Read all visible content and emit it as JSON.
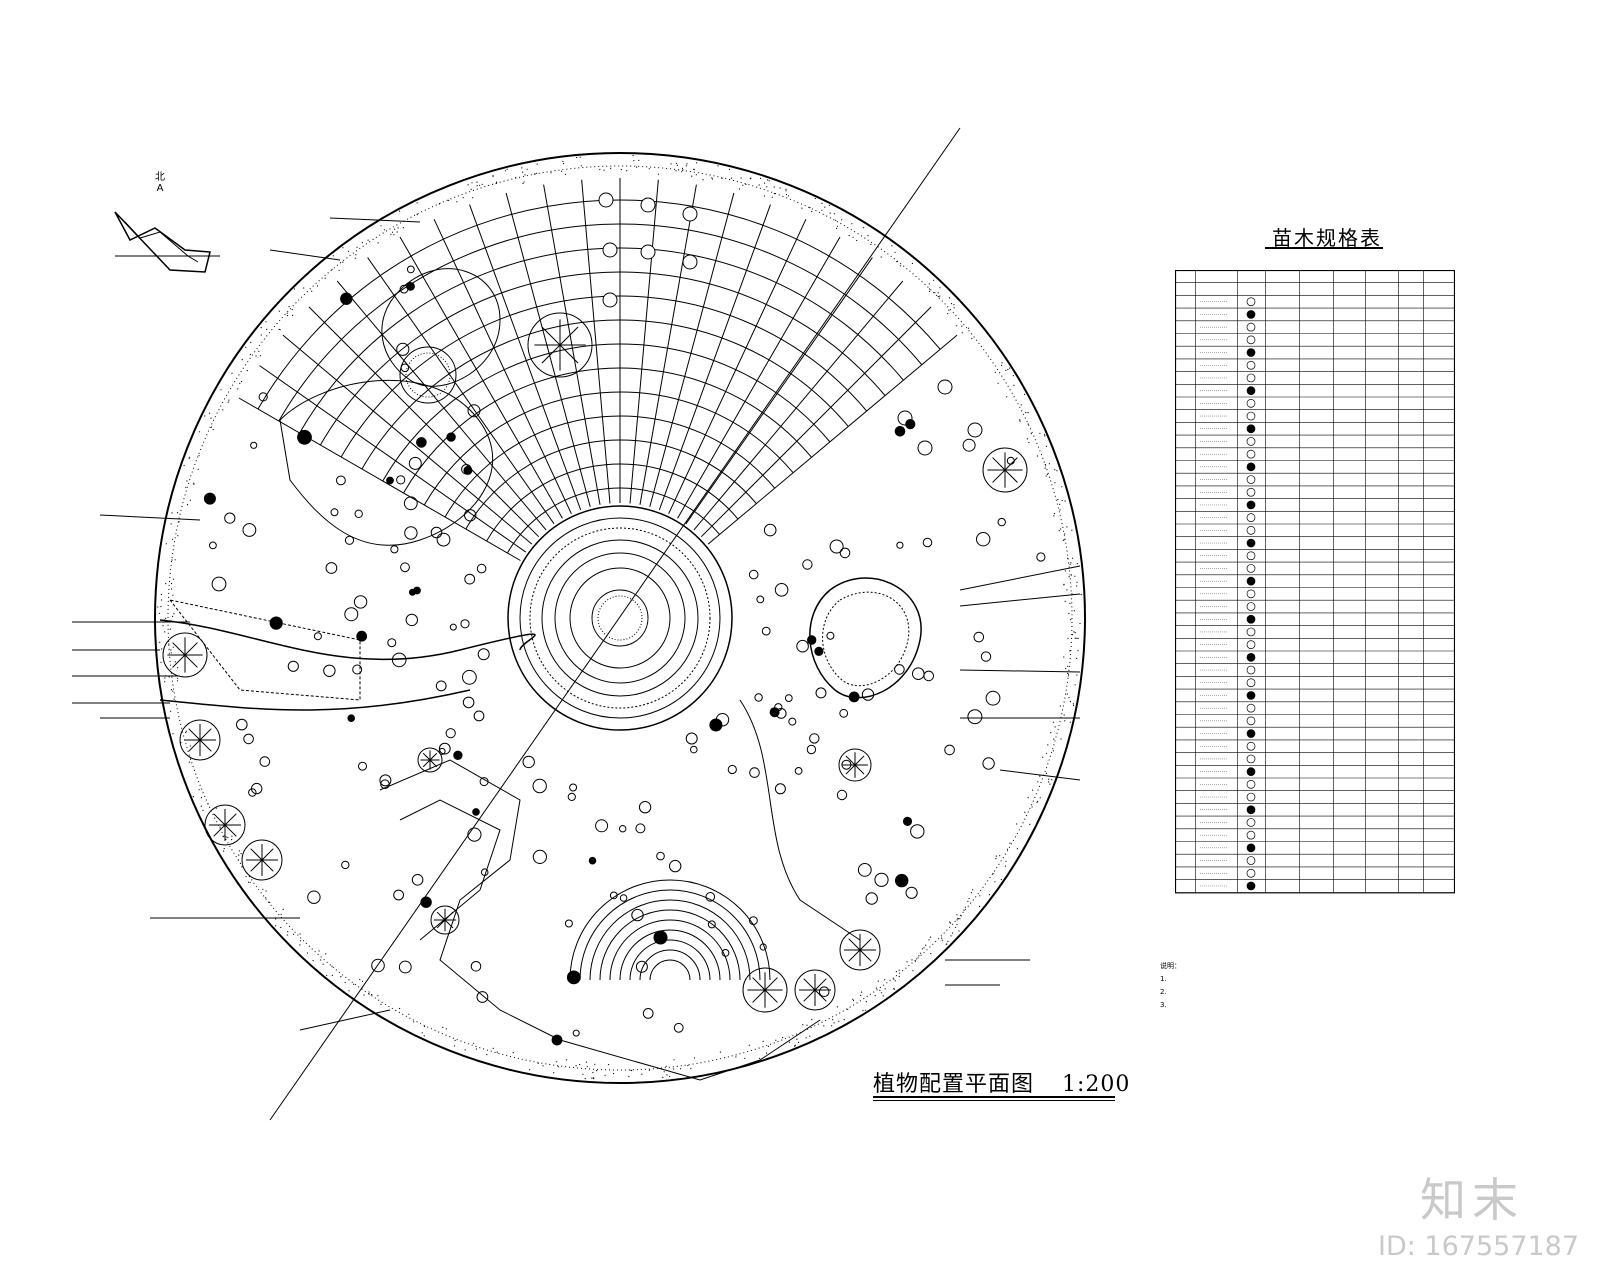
{
  "drawing": {
    "title": "植物配置平面图",
    "scale": "1:200",
    "north_label": "北",
    "north_mark": "A"
  },
  "schedule": {
    "title": "苗木规格表",
    "row_count": 49
  },
  "notes": {
    "heading": "说明：",
    "lines": [
      "1.",
      "2.",
      "3."
    ]
  },
  "watermark": {
    "brand": "知末",
    "id": "ID: 167557187"
  }
}
